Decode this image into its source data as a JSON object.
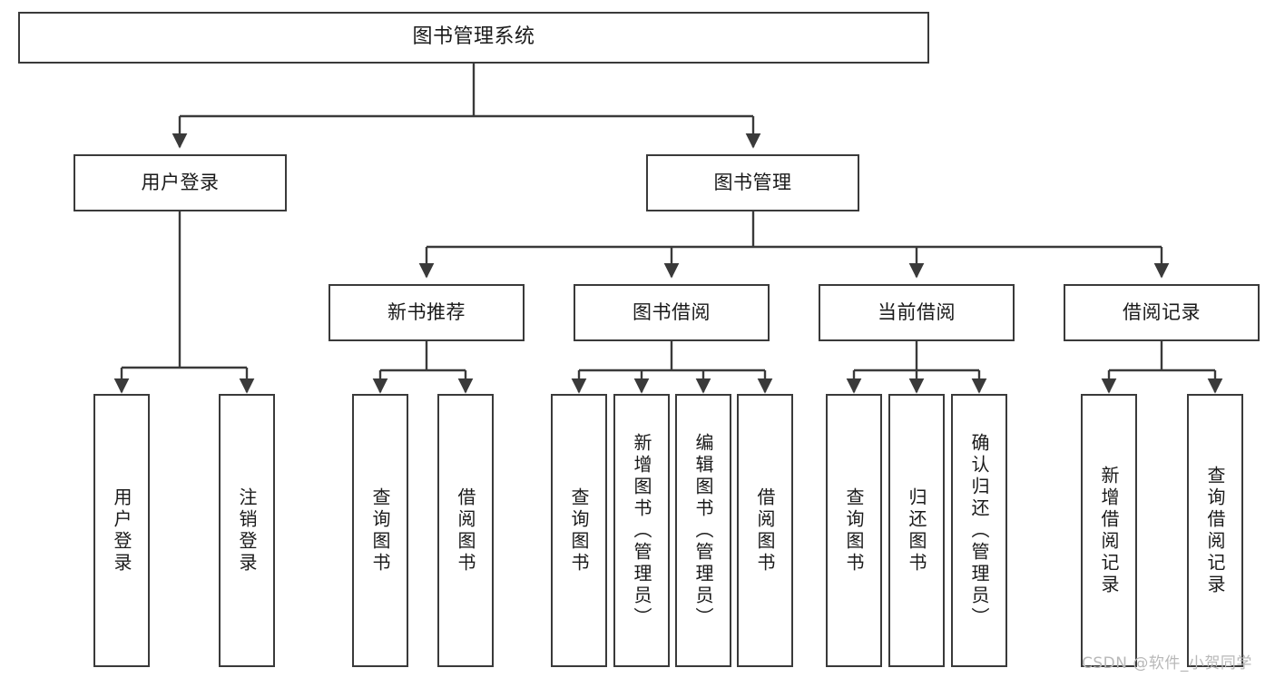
{
  "diagram": {
    "type": "tree",
    "title": "图书管理系统",
    "watermark": "CSDN @软件_小贺同学",
    "colors": {
      "stroke": "#3a3a3a",
      "text": "#1a1a1a",
      "background": "#ffffff",
      "watermark": "#b8b8b8"
    },
    "nodes": {
      "root": {
        "label": "图书管理系统"
      },
      "level2": [
        {
          "id": "user-login",
          "label": "用户登录"
        },
        {
          "id": "book-management",
          "label": "图书管理"
        }
      ],
      "level3": [
        {
          "id": "new-book-recommend",
          "label": "新书推荐"
        },
        {
          "id": "book-borrow",
          "label": "图书借阅"
        },
        {
          "id": "current-borrow",
          "label": "当前借阅"
        },
        {
          "id": "borrow-record",
          "label": "借阅记录"
        }
      ],
      "leaves": {
        "user_login": [
          {
            "id": "leaf-user-login",
            "label": "用户登录"
          },
          {
            "id": "leaf-logout-login",
            "label": "注销登录"
          }
        ],
        "new_book_recommend": [
          {
            "id": "leaf-query-book-1",
            "label": "查询图书"
          },
          {
            "id": "leaf-borrow-book-1",
            "label": "借阅图书"
          }
        ],
        "book_borrow": [
          {
            "id": "leaf-query-book-2",
            "label": "查询图书"
          },
          {
            "id": "leaf-add-book",
            "label": "新增图书（管理员）"
          },
          {
            "id": "leaf-edit-book",
            "label": "编辑图书（管理员）"
          },
          {
            "id": "leaf-borrow-book-2",
            "label": "借阅图书"
          }
        ],
        "current_borrow": [
          {
            "id": "leaf-query-book-3",
            "label": "查询图书"
          },
          {
            "id": "leaf-return-book",
            "label": "归还图书"
          },
          {
            "id": "leaf-confirm-return",
            "label": "确认归还（管理员）"
          }
        ],
        "borrow_record": [
          {
            "id": "leaf-add-record",
            "label": "新增借阅记录"
          },
          {
            "id": "leaf-query-record",
            "label": "查询借阅记录"
          }
        ]
      }
    }
  }
}
